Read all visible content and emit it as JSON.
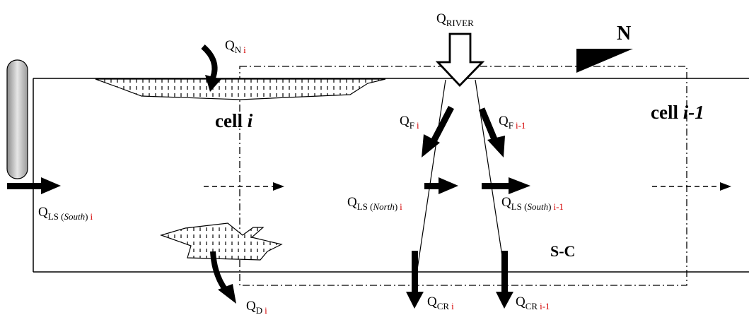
{
  "north_label": "N",
  "cells": {
    "cell_i_prefix": "cell ",
    "cell_i_index": "i",
    "cell_prev_prefix": "cell ",
    "cell_prev_index": "i-1"
  },
  "zone_label": "S-C",
  "flows": {
    "river": {
      "main": "Q",
      "sub": "RIVER"
    },
    "north_i": {
      "main": "Q",
      "sub": "N",
      "idx": "i"
    },
    "f_i": {
      "main": "Q",
      "sub": "F",
      "idx": "i"
    },
    "f_i1": {
      "main": "Q",
      "sub": "F",
      "idx": "i-1"
    },
    "ls_south_i": {
      "main": "Q",
      "sub": "LS (",
      "dir": "South",
      "close": ")",
      "idx": "i"
    },
    "ls_north_i": {
      "main": "Q",
      "sub": "LS (",
      "dir": "North",
      "close": ")",
      "idx": "i"
    },
    "ls_south_i1": {
      "main": "Q",
      "sub": "LS (",
      "dir": "South",
      "close": ")",
      "idx": "i-1"
    },
    "d_i": {
      "main": "Q",
      "sub": "D",
      "idx": "i"
    },
    "cr_i": {
      "main": "Q",
      "sub": "CR",
      "idx": "i"
    },
    "cr_i1": {
      "main": "Q",
      "sub": "CR",
      "idx": "i-1"
    }
  }
}
